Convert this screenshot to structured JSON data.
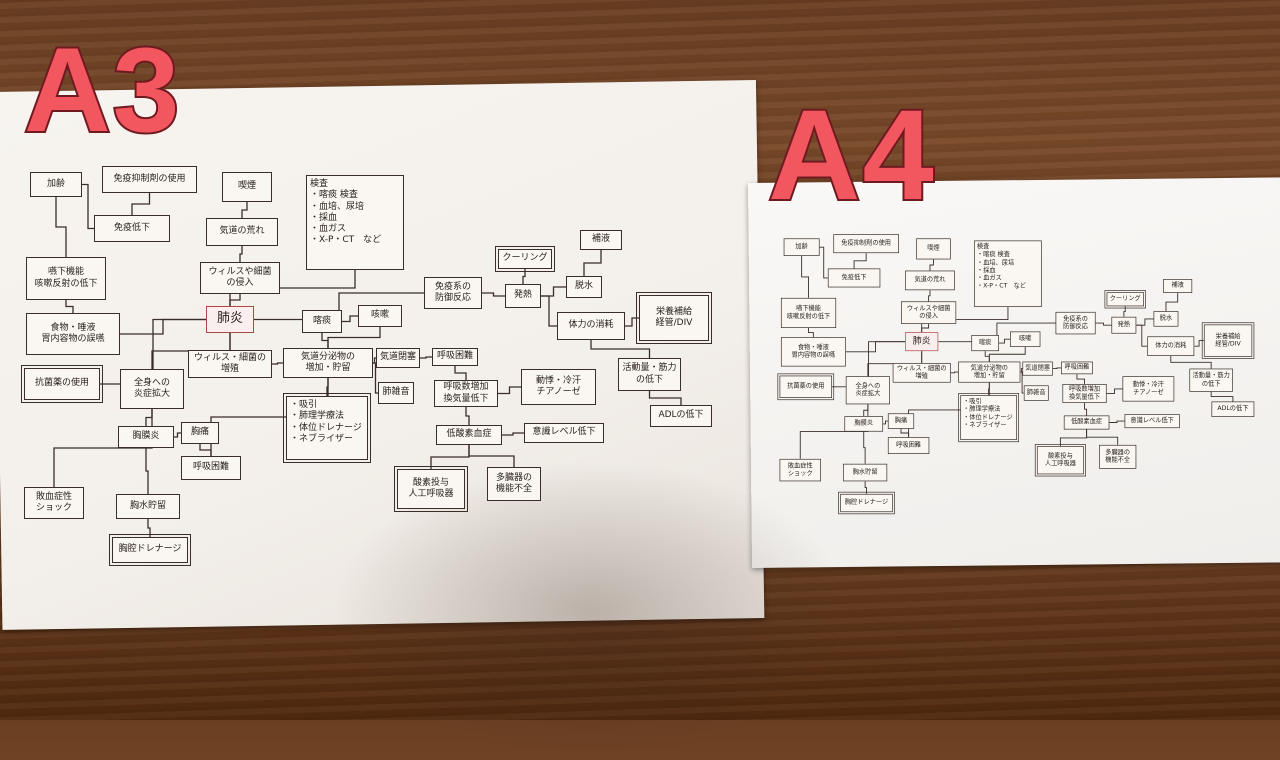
{
  "labels": {
    "a3": "A3",
    "a4": "A4"
  },
  "diagram": {
    "nodes": [
      "加齢",
      "免疫抑制剤の使用",
      "免疫低下",
      "喫煙",
      "気道の荒れ",
      "ウィルスや細菌\nの侵入",
      "検査\n・喀痰 検査\n・血培、尿培\n・採血\n・血ガス\n・X-P・CT　など",
      "嚥下機能\n咳嗽反射の低下",
      "食物・唾液\n胃内容物の誤嚥",
      "肺炎",
      "抗菌薬の使用",
      "全身への\n炎症拡大",
      "ウィルス・細菌の\n増殖",
      "喀痰",
      "咳嗽",
      "気道分泌物の\n増加・貯留",
      "気道閉塞",
      "肺雑音",
      "・吸引\n・肺理学療法\n・体位ドレナージ\n・ネブライザー",
      "胸膜炎",
      "胸痛",
      "呼吸困難",
      "敗血症性\nショック",
      "胸水貯留",
      "胸腔ドレナージ",
      "免疫系の\n防御反応",
      "発熱",
      "クーリング",
      "脱水",
      "補液",
      "体力の消耗",
      "栄養補給\n経管/DIV",
      "呼吸困難",
      "呼吸数増加\n換気量低下",
      "動悸・冷汗\nチアノーゼ",
      "低酸素血症",
      "意識レベル低下",
      "酸素投与\n人工呼吸器",
      "多臓器の\n機能不全",
      "活動量・筋力\nの低下",
      "ADLの低下"
    ]
  }
}
